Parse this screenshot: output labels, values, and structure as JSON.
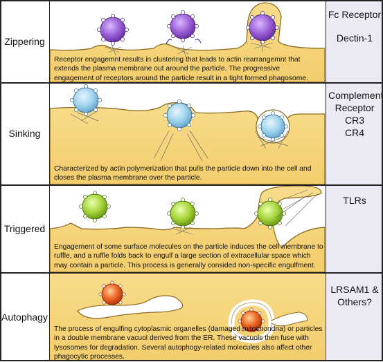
{
  "rows": [
    {
      "mechanism": "Zippering",
      "receptors": [
        "Fc Receptor",
        "Dectin-1"
      ],
      "caption": "Receptor engagemnt results in clustering that leads to actin rearrangemnt that extends the plasma membrane out around the particle. The progressive engagement of receptors around the particle result in a tight formed phagosome."
    },
    {
      "mechanism": "Sinking",
      "receptors": [
        "Complement Receptor",
        "CR3",
        "CR4"
      ],
      "caption": "Characterized by actin polymerization that pulls the particle down into the cell and closes the plasma membrane over the particle."
    },
    {
      "mechanism": "Triggered",
      "receptors": [
        "TLRs"
      ],
      "caption": "Engagement of some surface molecules on the particle induces the cell membrane to ruffle, and a ruffle folds back to engulf a large section of extracellular space which may contain a particle. This process is generally consided non-specific engulfment."
    },
    {
      "mechanism": "Autophagy",
      "receptors": [
        "LRSAM1 & Others?"
      ],
      "caption": "The process of engulfing cytoplasmic organelles (damaged mitochondria) or particles in a double membrane vacuol derived from the ER.  These vacuols then fuse with lysosomes for degradation. Several autophogy-related molecules also affect other phagocytic processes."
    }
  ],
  "colors": {
    "cytoplasm": "#f6d98a",
    "membrane": "#8a6a1f",
    "zipper_particle": "#9b5fd6",
    "sinking_particle": "#9fd3ee",
    "triggered_particle": "#a6d43a",
    "autophagy_particle": "#e8541e",
    "receptor_panel": "#eceaf5"
  }
}
